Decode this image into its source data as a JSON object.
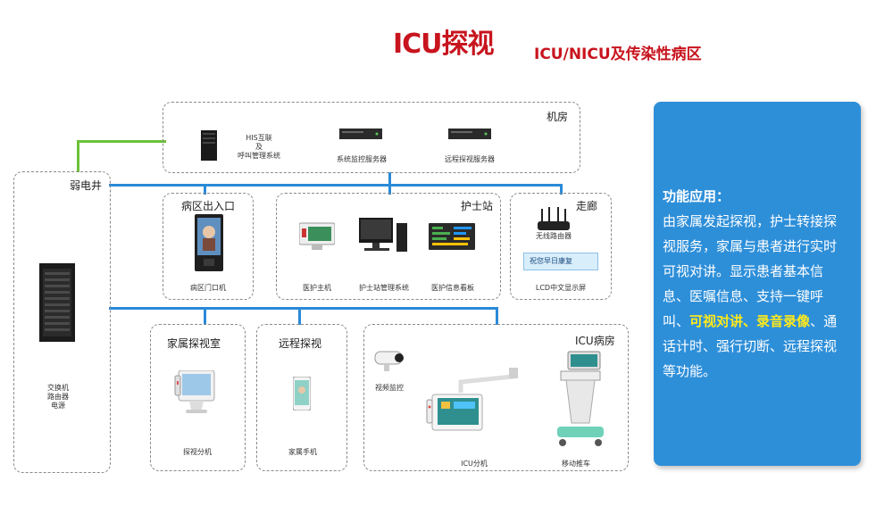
{
  "title": "ICU探视",
  "subtitle": "ICU/NICU及传染性病区",
  "zones": {
    "server_room": "机房",
    "weak_current": "弱电井",
    "ward_entrance": "病区出入口",
    "nurse_station": "护士站",
    "corridor": "走廊",
    "family_room": "家属探视室",
    "remote_visit": "远程探视",
    "icu_ward": "ICU病房"
  },
  "devices": {
    "his": [
      "HIS互联",
      "及",
      "呼叫管理系统"
    ],
    "system_server": "系统监控服务器",
    "remote_server": "远程探视服务器",
    "switch": [
      "交换机",
      "路由器",
      "电源"
    ],
    "door_unit": "病区门口机",
    "nurse_host": "医护主机",
    "nurse_system": "护士站管理系统",
    "info_board": "医护信息看板",
    "wifi_router": "无线路由器",
    "lcd_screen": "LCD中文显示屏",
    "lcd_text": "祝您早日康复",
    "visit_unit": "探视分机",
    "family_phone": "家属手机",
    "camera": "视频监控",
    "icu_unit": "ICU分机",
    "mobile_cart": "移动推车"
  },
  "panel": {
    "heading": "功能应用：",
    "text_part1": "由家属发起探视，护士转接探视服务，家属与患者进行实时可视对讲。显示患者基本信息、医嘱信息、支持一键呼叫、",
    "highlight1": "可视对讲",
    "sep": "、",
    "highlight2": "录音录像",
    "text_part2": "、通话计时、强行切断、远程探视等功能。"
  },
  "colors": {
    "title_red": "#c8141e",
    "line_blue": "#2a8ad8",
    "line_green": "#6cc23a",
    "panel_blue": "#2e8fd9",
    "highlight_yellow": "#ffea1a"
  }
}
